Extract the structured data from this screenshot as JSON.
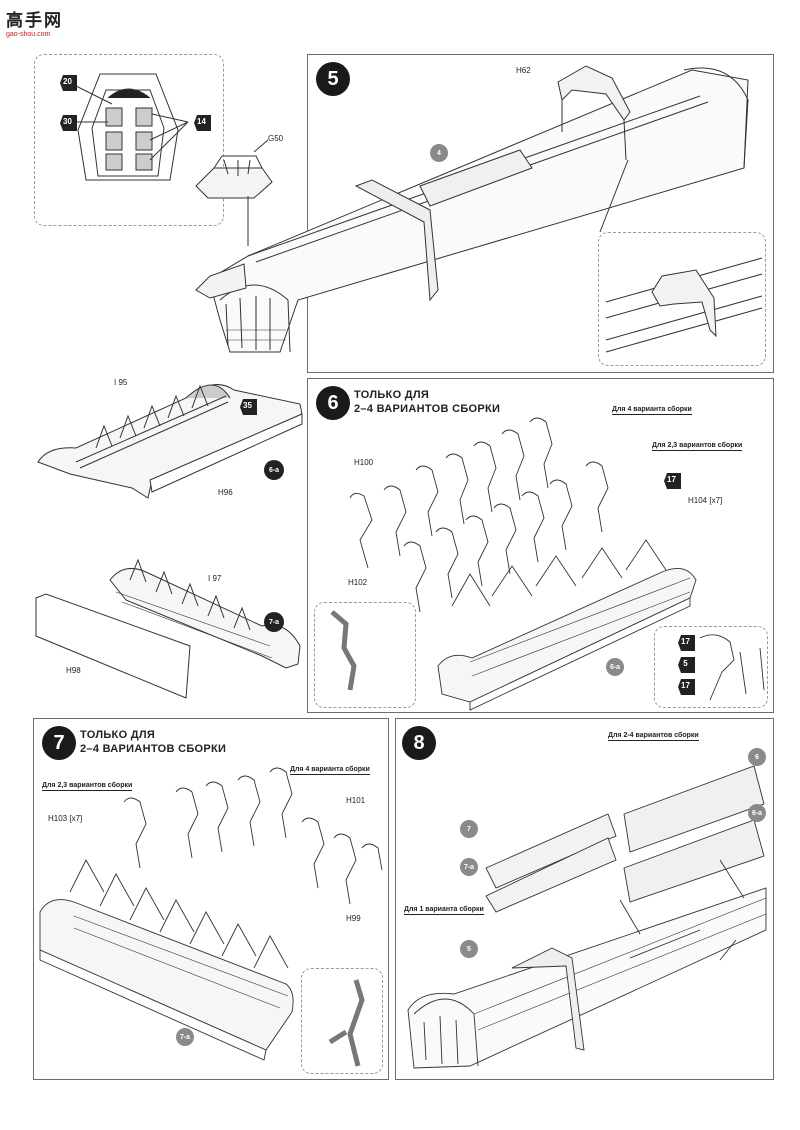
{
  "watermark": {
    "chars": "高手网",
    "url": "gao-shou.com"
  },
  "step5": {
    "number": "5",
    "labels": {
      "h62": "H62",
      "g50": "G50"
    },
    "part_ref": "4",
    "detail_paint_codes": [
      "20",
      "30",
      "14"
    ]
  },
  "sub6a": {
    "labels": {
      "i95": "I 95",
      "h96": "H96"
    },
    "paint": "35",
    "ref": "6-a"
  },
  "sub7a": {
    "labels": {
      "i97": "I 97",
      "h98": "H98"
    },
    "ref": "7-a"
  },
  "step6": {
    "number": "6",
    "title_line1": "ТОЛЬКО ДЛЯ",
    "title_line2": "2–4 ВАРИАНТОВ СБОРКИ",
    "variant4": "Для 4 варианта сборки",
    "variant23": "Для 2,3 вариантов сборки",
    "labels": {
      "h100": "H100",
      "h102": "H102",
      "h104": "H104 [x7]"
    },
    "paint": "17",
    "ref": "6-a",
    "detail_paint_codes": [
      "17",
      "5",
      "17"
    ]
  },
  "step7": {
    "number": "7",
    "title_line1": "ТОЛЬКО ДЛЯ",
    "title_line2": "2–4 ВАРИАНТОВ СБОРКИ",
    "variant23": "Для 2,3 вариантов сборки",
    "variant4": "Для 4 варианта сборки",
    "labels": {
      "h101": "H101",
      "h103": "H103 [x7]",
      "h99": "H99"
    },
    "ref": "7-a"
  },
  "step8": {
    "number": "8",
    "variant24": "Для 2-4 вариантов сборки",
    "variant1": "Для 1 варианта сборки",
    "refs": {
      "r7": "7",
      "r7a": "7-a",
      "r6": "6",
      "r6a": "6-a",
      "r5": "5"
    }
  }
}
